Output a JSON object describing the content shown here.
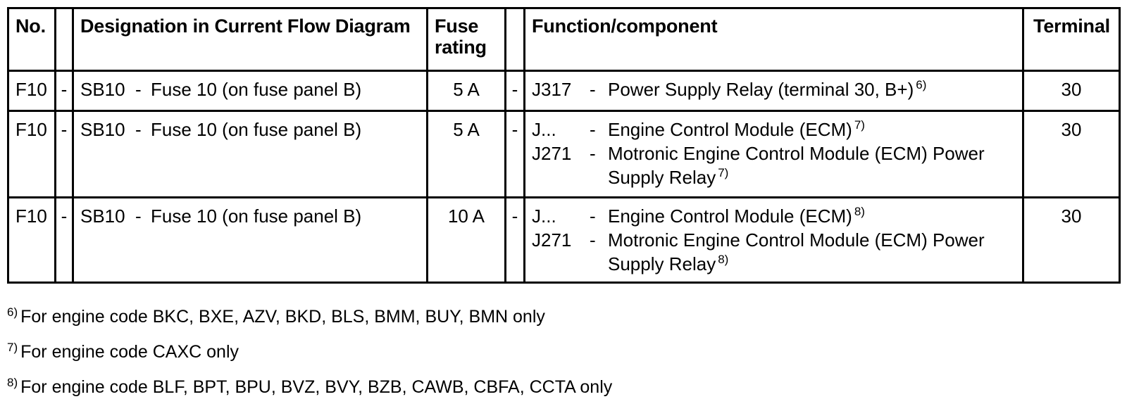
{
  "table": {
    "headers": {
      "no": "No.",
      "dash1": "",
      "designation": "Designation in Current Flow Diagram",
      "fuse_rating": "Fuse rating",
      "fuse_rating_line1": "Fuse",
      "fuse_rating_line2": "rating",
      "dash2": "",
      "function": "Function/component",
      "terminal": "Terminal"
    },
    "rows": [
      {
        "no": "F10",
        "dash1": "-",
        "designation_code": "SB10",
        "designation_sep": "-",
        "designation_text": "Fuse 10 (on fuse panel B)",
        "fuse_rating": "5 A",
        "dash2": "-",
        "function_entries": [
          {
            "code": "J317",
            "sep": "-",
            "text": "Power Supply Relay (terminal 30, B+)",
            "footnote": "6)"
          }
        ],
        "terminal": "30"
      },
      {
        "no": "F10",
        "dash1": "-",
        "designation_code": "SB10",
        "designation_sep": "-",
        "designation_text": "Fuse 10 (on fuse panel B)",
        "fuse_rating": "5 A",
        "dash2": "-",
        "function_entries": [
          {
            "code": "J...",
            "sep": "-",
            "text": "Engine Control Module (ECM)",
            "footnote": "7)"
          },
          {
            "code": "J271",
            "sep": "-",
            "text": "Motronic Engine Control Module (ECM) Power Supply Relay",
            "footnote": "7)"
          }
        ],
        "terminal": "30"
      },
      {
        "no": "F10",
        "dash1": "-",
        "designation_code": "SB10",
        "designation_sep": "-",
        "designation_text": "Fuse 10 (on fuse panel B)",
        "fuse_rating": "10 A",
        "dash2": "-",
        "function_entries": [
          {
            "code": "J...",
            "sep": "-",
            "text": "Engine Control Module (ECM)",
            "footnote": "8)"
          },
          {
            "code": "J271",
            "sep": "-",
            "text": "Motronic Engine Control Module (ECM) Power Supply Relay",
            "footnote": "8)"
          }
        ],
        "terminal": "30"
      }
    ]
  },
  "footnotes": [
    {
      "mark": "6)",
      "text": "For engine code BKC, BXE, AZV, BKD, BLS, BMM, BUY, BMN only"
    },
    {
      "mark": "7)",
      "text": "For engine code CAXC only"
    },
    {
      "mark": "8)",
      "text": "For engine code BLF, BPT, BPU, BVZ, BVY, BZB, CAWB, CBFA, CCTA only"
    }
  ]
}
